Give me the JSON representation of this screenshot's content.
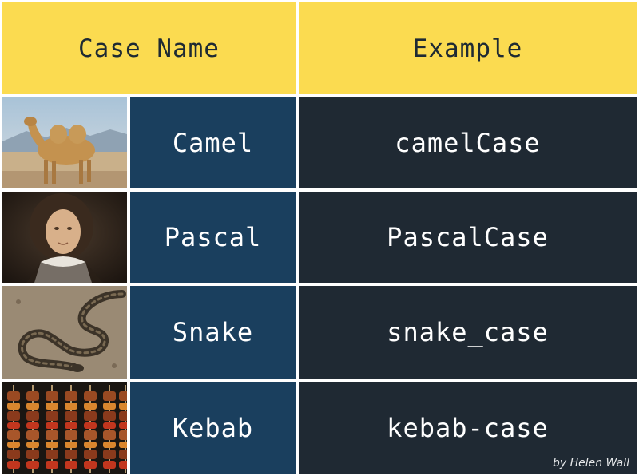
{
  "headers": {
    "case_name": "Case Name",
    "example": "Example"
  },
  "rows": [
    {
      "name": "Camel",
      "example": "camelCase",
      "image": "camel-photo"
    },
    {
      "name": "Pascal",
      "example": "PascalCase",
      "image": "pascal-portrait"
    },
    {
      "name": "Snake",
      "example": "snake_case",
      "image": "snake-photo"
    },
    {
      "name": "Kebab",
      "example": "kebab-case",
      "image": "kebab-photo"
    }
  ],
  "credit": "by Helen Wall",
  "colors": {
    "header_bg": "#fbdb50",
    "name_bg": "#1a3f5e",
    "example_bg": "#1f2933",
    "text_dark": "#1e2a33",
    "text_light": "#ffffff"
  }
}
